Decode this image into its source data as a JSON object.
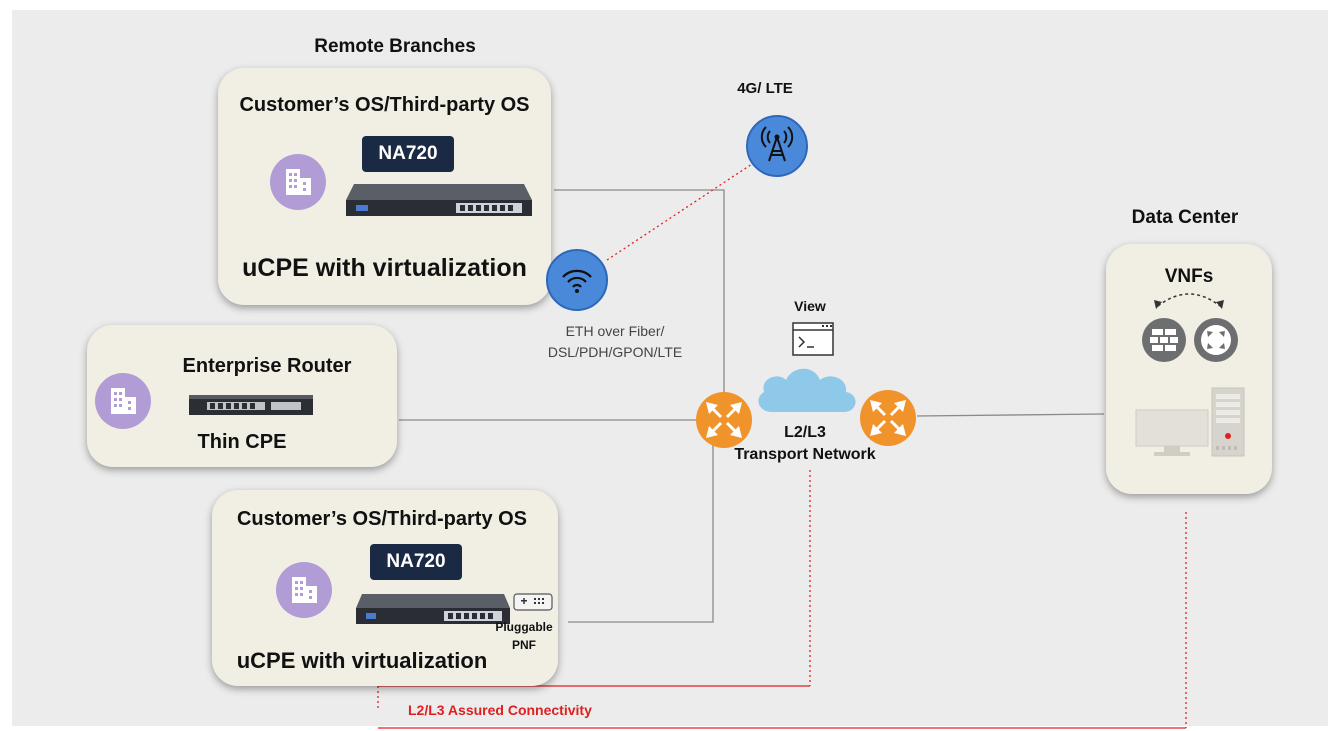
{
  "colors": {
    "background": "#ececec",
    "box": "#f1efe4",
    "badge": "#1a2a44",
    "accent_red": "#e02020",
    "router_orange": "#f0932b",
    "cloud_blue": "#8fc9ea",
    "wireless_blue": "#4a88d9",
    "building_purple": "#b29cd6"
  },
  "remote_branches": {
    "title": "Remote Branches",
    "top_box": {
      "os_label": "Customer’s OS/Third-party OS",
      "device": "NA720",
      "caption": "uCPE with virtualization"
    },
    "middle_box": {
      "title": "Enterprise Router",
      "caption": "Thin CPE"
    },
    "bottom_box": {
      "os_label": "Customer’s OS/Third-party OS",
      "device": "NA720",
      "pluggable": "Pluggable PNF",
      "caption": "uCPE with virtualization"
    }
  },
  "wireless": {
    "lte_label": "4G/ LTE",
    "access_label_line1": "ETH over Fiber/",
    "access_label_line2": "DSL/PDH/GPON/LTE"
  },
  "transport": {
    "view_label": "View",
    "network_line1": "L2/L3",
    "network_line2": "Transport Network"
  },
  "data_center": {
    "title": "Data Center",
    "vnfs_label": "VNFs"
  },
  "assured": {
    "label": "L2/L3 Assured Connectivity"
  },
  "icons": [
    "building-icon",
    "tower-icon",
    "wifi-icon",
    "terminal-icon",
    "cloud-icon",
    "router-icon",
    "firewall-icon",
    "server-icon"
  ]
}
